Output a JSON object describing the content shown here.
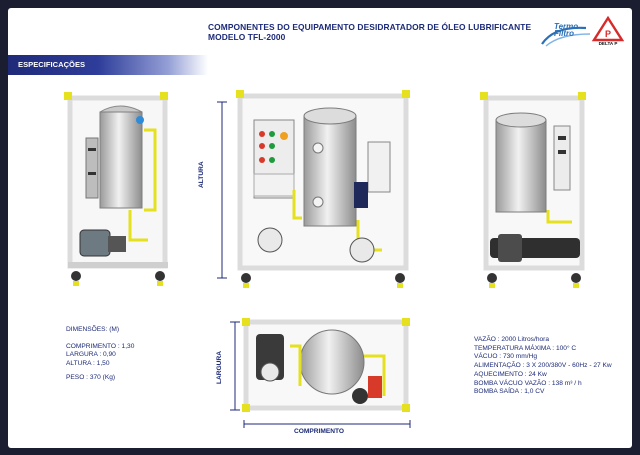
{
  "header": {
    "title_line1": "COMPONENTES DO EQUIPAMENTO DESIDRATADOR DE ÓLEO LUBRIFICANTE",
    "title_line2": "MODELO TFL-2000"
  },
  "logos": {
    "brand1": "Termo Filtro",
    "brand2": "DELTA P"
  },
  "section_band": {
    "label": "ESPECIFICAÇÕES"
  },
  "dimensions": {
    "heading": "DIMENSÕES: (M)",
    "comprimento": "COMPRIMENTO : 1,30",
    "largura": "LARGURA : 0,90",
    "altura": "ALTURA : 1,50",
    "peso": "PESO : 370 (Kg)"
  },
  "specs": {
    "vazao": "VAZÃO : 2000 Litros/hora",
    "temperatura": "TEMPERATURA MÁXIMA : 100° C",
    "vacuo": "VÁCUO : 730 mm/Hg",
    "alimentacao": "ALIMENTAÇÃO : 3 X 200/380V - 60Hz - 27 Kw",
    "aquecimento": "AQUECIMENTO : 24 Kw",
    "bomba_vacuo": "BOMBA VÁCUO VAZÃO : 138 m³ / h",
    "bomba_saida": "BOMBA SAÍDA : 1,0 CV"
  },
  "axis_labels": {
    "altura": "ALTURA",
    "largura": "LARGURA",
    "comprimento": "COMPRIMENTO"
  },
  "colors": {
    "navy": "#1c2a78",
    "frame": "#e4e4e4",
    "pipe_yellow": "#e6e11e",
    "tank_grey": "#c8c8c8",
    "red": "#d83a2a",
    "green": "#1f9a3c"
  }
}
